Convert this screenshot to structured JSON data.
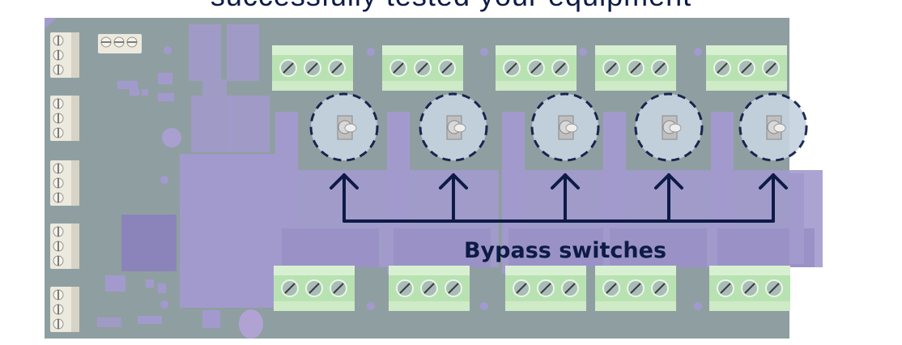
{
  "header": {
    "caption": "successfully tested your equipment"
  },
  "diagram": {
    "label": "Bypass switches",
    "switch_count": 5,
    "colors": {
      "board": "#8f9fa1",
      "component": "#a29acd",
      "terminal_green": "#b9e2b2",
      "terminal_white": "#ece9df",
      "highlight_fill": "#c6d4e0",
      "line": "#0d1b46"
    }
  }
}
